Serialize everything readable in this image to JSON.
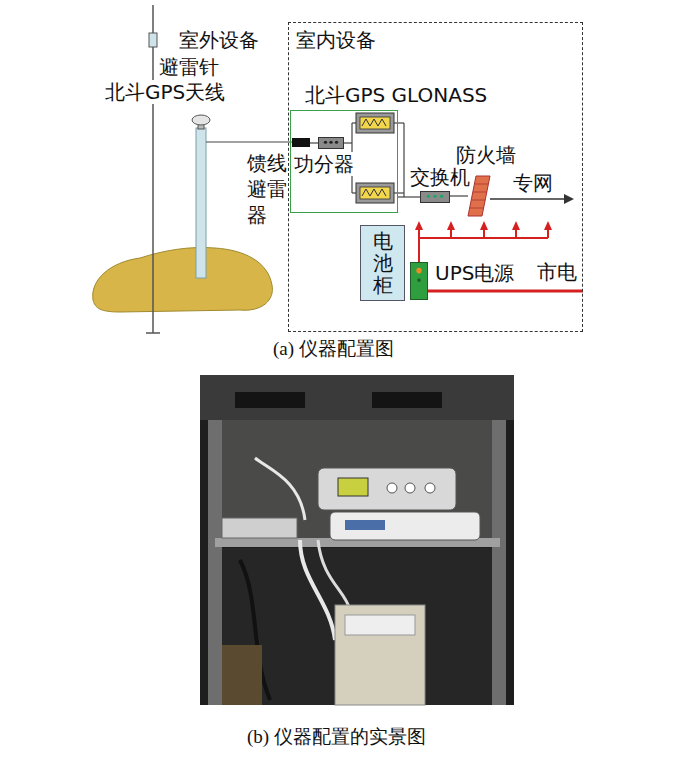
{
  "diagram": {
    "nodes": [
      {
        "text": [
          "室内设备"
        ]
      },
      {
        "text": [
          "北斗GPS GLONASS"
        ],
        "in": 0
      },
      {
        "text": [
          "馈线避雷器"
        ],
        "in": 1
      },
      {
        "text": [
          "功分器"
        ],
        "in": 1
      },
      {
        "text": [
          "交换机"
        ],
        "in": 0
      },
      {
        "text": [
          "防火墙"
        ],
        "in": 0
      },
      {
        "text": [
          "电池柜"
        ],
        "in": 0
      },
      {
        "text": [
          "UPS电源"
        ],
        "in": 0
      }
    ],
    "edges": [
      {
        "from": 2,
        "to": 3,
        "arrow": "none"
      },
      {
        "from": 1,
        "to": 4,
        "arrow": "none"
      },
      {
        "from": 4,
        "to": 5,
        "arrow": "none"
      }
    ],
    "labels": [
      "室外设备",
      "避雷针",
      "北斗GPS天线",
      "专网",
      "市电",
      "(a) 仪器配置图",
      "(b) 仪器配置的实景图"
    ]
  }
}
